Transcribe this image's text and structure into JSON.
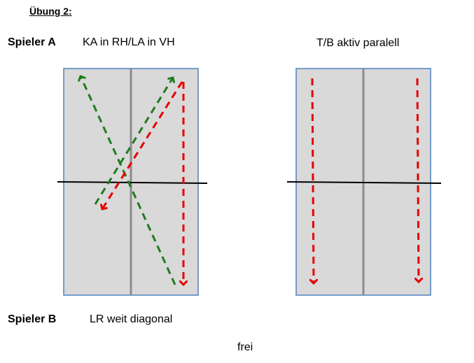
{
  "title": "Übung 2:",
  "player_a": {
    "label": "Spieler A",
    "exercise_left": "KA in RH/LA in VH",
    "exercise_right": "T/B aktiv paralell"
  },
  "player_b": {
    "label": "Spieler B",
    "exercise": "LR weit diagonal"
  },
  "footer": "frei",
  "colors": {
    "table_fill": "#d9d9d9",
    "table_border": "#4f81bd",
    "center_line": "#8c8c8c",
    "net": "#000000",
    "arrow_green": "#1e7b1e",
    "arrow_red": "#e60000"
  }
}
